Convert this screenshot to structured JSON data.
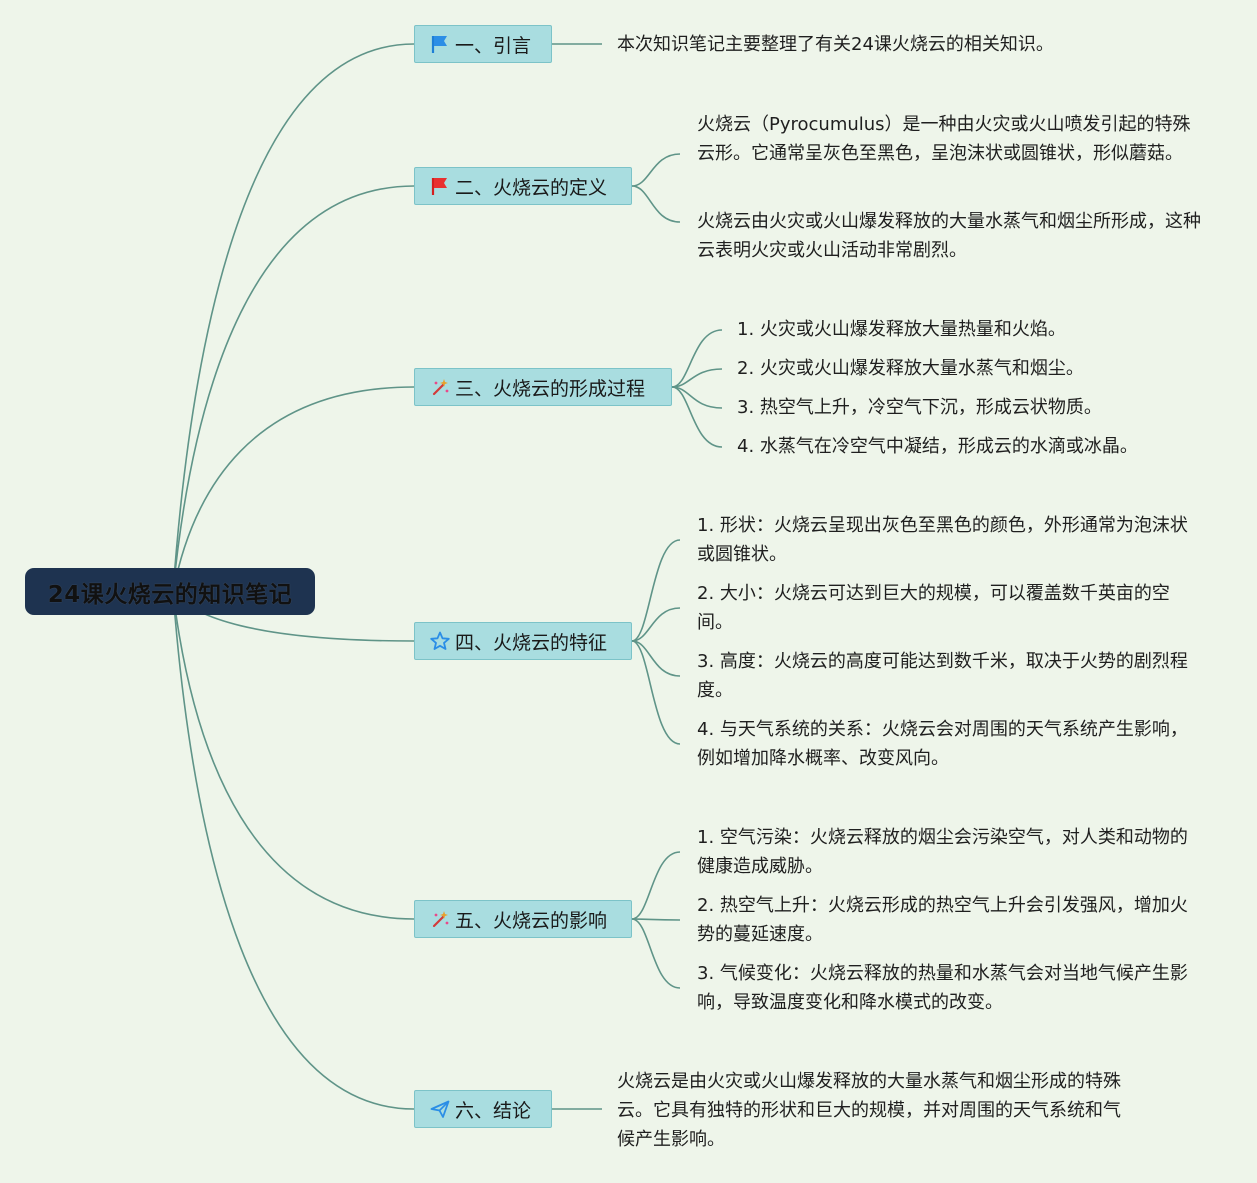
{
  "root": {
    "label": "24课火烧云的知识笔记"
  },
  "colors": {
    "background": "#eef5ea",
    "root_fill": "#1e3350",
    "branch_fill": "#a9dde0",
    "line": "#5f9488"
  },
  "branches": [
    {
      "label": "一、引言",
      "icon": "blue-flag-icon",
      "leaves": [
        "本次知识笔记主要整理了有关24课火烧云的相关知识。"
      ]
    },
    {
      "label": "二、火烧云的定义",
      "icon": "red-flag-icon",
      "leaves": [
        "火烧云（Pyrocumulus）是一种由火灾或火山喷发引起的特殊云形。它通常呈灰色至黑色，呈泡沫状或圆锥状，形似蘑菇。",
        "火烧云由火灾或火山爆发释放的大量水蒸气和烟尘所形成，这种云表明火灾或火山活动非常剧烈。"
      ]
    },
    {
      "label": "三、火烧云的形成过程",
      "icon": "sparkle-wand-icon",
      "leaves": [
        "1. 火灾或火山爆发释放大量热量和火焰。",
        "2. 火灾或火山爆发释放大量水蒸气和烟尘。",
        "3. 热空气上升，冷空气下沉，形成云状物质。",
        "4. 水蒸气在冷空气中凝结，形成云的水滴或冰晶。"
      ]
    },
    {
      "label": "四、火烧云的特征",
      "icon": "star-icon",
      "leaves": [
        "1. 形状：火烧云呈现出灰色至黑色的颜色，外形通常为泡沫状或圆锥状。",
        "2. 大小：火烧云可达到巨大的规模，可以覆盖数千英亩的空间。",
        "3. 高度：火烧云的高度可能达到数千米，取决于火势的剧烈程度。",
        "4. 与天气系统的关系：火烧云会对周围的天气系统产生影响，例如增加降水概率、改变风向。"
      ]
    },
    {
      "label": "五、火烧云的影响",
      "icon": "sparkle-wand-icon",
      "leaves": [
        "1. 空气污染：火烧云释放的烟尘会污染空气，对人类和动物的健康造成威胁。",
        "2. 热空气上升：火烧云形成的热空气上升会引发强风，增加火势的蔓延速度。",
        "3. 气候变化：火烧云释放的热量和水蒸气会对当地气候产生影响，导致温度变化和降水模式的改变。"
      ]
    },
    {
      "label": "六、结论",
      "icon": "paper-plane-icon",
      "leaves": [
        "火烧云是由火灾或火山爆发释放的大量水蒸气和烟尘形成的特殊云。它具有独特的形状和巨大的规模，并对周围的天气系统和气候产生影响。"
      ]
    }
  ]
}
